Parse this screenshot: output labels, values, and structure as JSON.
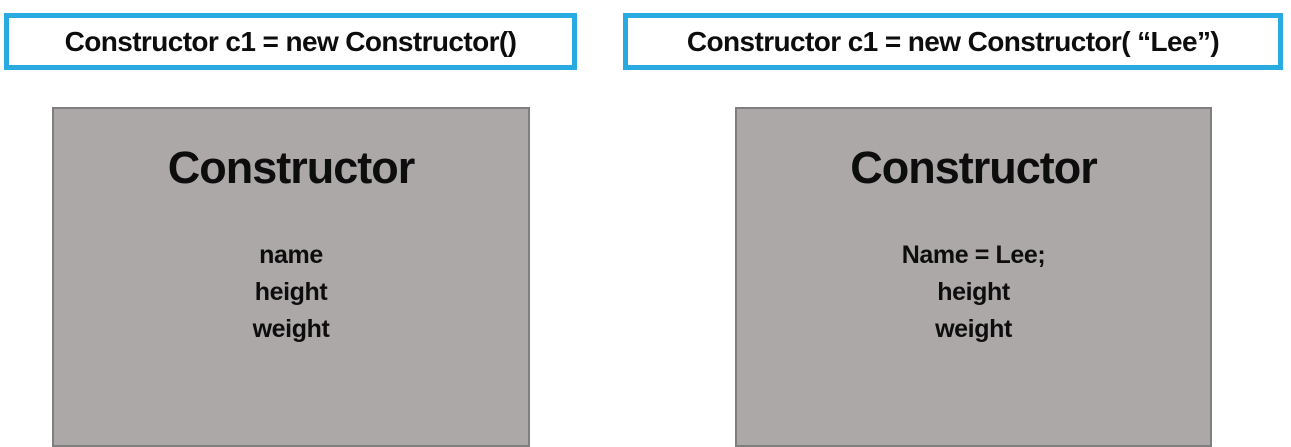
{
  "colors": {
    "accent_blue": "#29abe2",
    "class_box_fill": "#aca8a8",
    "class_box_border": "#7f7f7f",
    "text": "#0d0d0d",
    "background": "#ffffff"
  },
  "panels": [
    {
      "code_label": "Constructor c1 = new Constructor()",
      "class_box": {
        "title": "Constructor",
        "members": [
          "name",
          "height",
          "weight"
        ]
      }
    },
    {
      "code_label": "Constructor c1 = new Constructor( “Lee”)",
      "class_box": {
        "title": "Constructor",
        "members": [
          "Name = Lee;",
          "height",
          "weight"
        ]
      }
    }
  ]
}
